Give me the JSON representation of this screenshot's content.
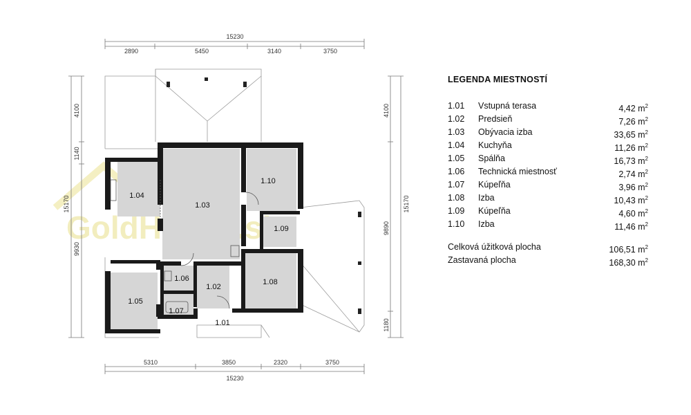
{
  "legend": {
    "title": "LEGENDA MIESTNOSTÍ",
    "unit": "m",
    "unit_sup": "2",
    "rooms": [
      {
        "code": "1.01",
        "name": "Vstupná terasa",
        "area": "4,42"
      },
      {
        "code": "1.02",
        "name": "Predsieň",
        "area": "7,26"
      },
      {
        "code": "1.03",
        "name": "Obývacia izba",
        "area": "33,65"
      },
      {
        "code": "1.04",
        "name": "Kuchyňa",
        "area": "11,26"
      },
      {
        "code": "1.05",
        "name": "Spálňa",
        "area": "16,73"
      },
      {
        "code": "1.06",
        "name": "Technická miestnosť",
        "area": "2,74"
      },
      {
        "code": "1.07",
        "name": "Kúpeľňa",
        "area": "3,96"
      },
      {
        "code": "1.08",
        "name": "Izba",
        "area": "10,43"
      },
      {
        "code": "1.09",
        "name": "Kúpeľňa",
        "area": "4,60"
      },
      {
        "code": "1.10",
        "name": "Izba",
        "area": "11,46"
      }
    ],
    "totals": [
      {
        "label": "Celková úžitková plocha",
        "area": "106,51"
      },
      {
        "label": "Zastavaná plocha",
        "area": "168,30"
      }
    ]
  },
  "plan": {
    "watermark": "GoldHouse.sk",
    "dimensions": {
      "top_total": "15230",
      "top_segments": [
        "2890",
        "5450",
        "3140",
        "3750"
      ],
      "bottom_total": "15230",
      "bottom_segments": [
        "5310",
        "3850",
        "2320",
        "3750"
      ],
      "left_total": "15170",
      "left_segments": [
        "4100",
        "1140",
        "9930"
      ],
      "right_total": "15170",
      "right_segments": [
        "4100",
        "9890",
        "1180"
      ]
    },
    "room_labels": {
      "r101": "1.01",
      "r102": "1.02",
      "r103": "1.03",
      "r104": "1.04",
      "r105": "1.05",
      "r106": "1.06",
      "r107": "1.07",
      "r108": "1.08",
      "r109": "1.09",
      "r110": "1.10"
    }
  }
}
